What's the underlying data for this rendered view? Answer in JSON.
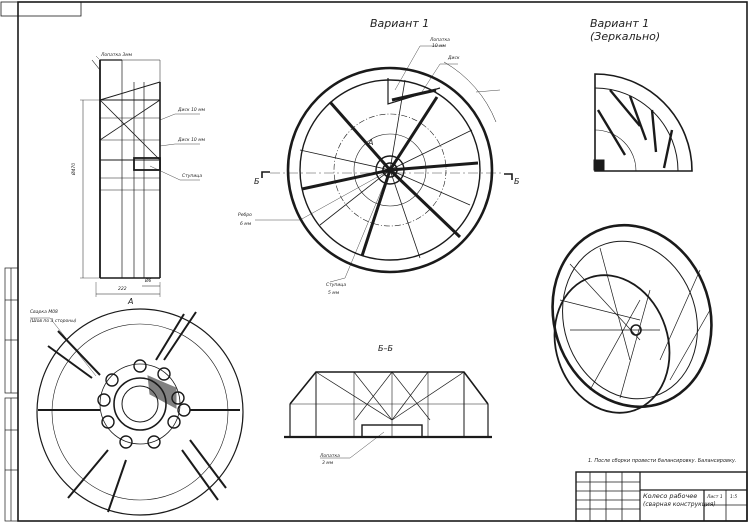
{
  "titles": {
    "variant1": "Вариант 1",
    "variant1_mirror": "Вариант 1",
    "variant1_mirror_sub": "(Зеркально)",
    "view_a": "А",
    "section_bb": "Б–Б",
    "center_a": "А",
    "cut_b_left": "Б",
    "cut_b_right": "Б"
  },
  "callouts": {
    "side_top": "Лопатка 3мм",
    "side_disk1": "Диск 10 мм",
    "side_disk2": "Диск 10 мм",
    "side_hub": "Ступица",
    "side_height": "Ø470",
    "side_width": "222",
    "side_width2": "Ø6",
    "front_blade": "Лопатка",
    "front_blade_t": "10 мм",
    "front_disk": "Диск",
    "front_rib_left": "Ребро",
    "front_rib_left_t": "6 мм",
    "front_hub": "Ступица",
    "front_hub_t": "5 мм",
    "detail_weld": "Сварка М08",
    "detail_weld2": "(Шов по 3 стороны)",
    "section_part": "Лопатка",
    "section_part_t": "3 мм"
  },
  "note": "1. После сборки провести балансировку. Балансировку.",
  "title_block": {
    "name_line1": "Колесо рабочее",
    "name_line2": "(сварная конструкция)",
    "sheet": "Лист 1",
    "scale": "1:5"
  },
  "colors": {
    "ink": "#1a1a1a",
    "paper": "#ffffff"
  }
}
